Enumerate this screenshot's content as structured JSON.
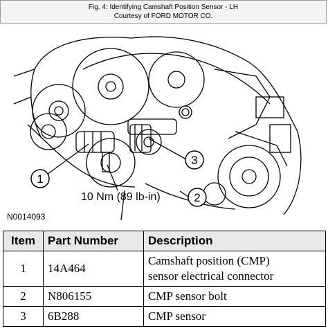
{
  "header": {
    "title": "Fig. 4: Identifying Camshaft Position Sensor - LH",
    "credit": "Courtesy of FORD MOTOR CO."
  },
  "figure": {
    "callouts": [
      "1",
      "2",
      "3"
    ],
    "torque_label": "10 Nm (89 lb-in)",
    "figure_id": "N0014093"
  },
  "table": {
    "headers": [
      "Item",
      "Part Number",
      "Description"
    ],
    "rows": [
      {
        "item": "1",
        "part": "14A464",
        "desc_line1": "Camshaft position (CMP)",
        "desc_line2": "sensor electrical connector"
      },
      {
        "item": "2",
        "part": "N806155",
        "desc_line1": "CMP sensor bolt"
      },
      {
        "item": "3",
        "part": "6B288",
        "desc_line1": "CMP sensor"
      }
    ]
  }
}
